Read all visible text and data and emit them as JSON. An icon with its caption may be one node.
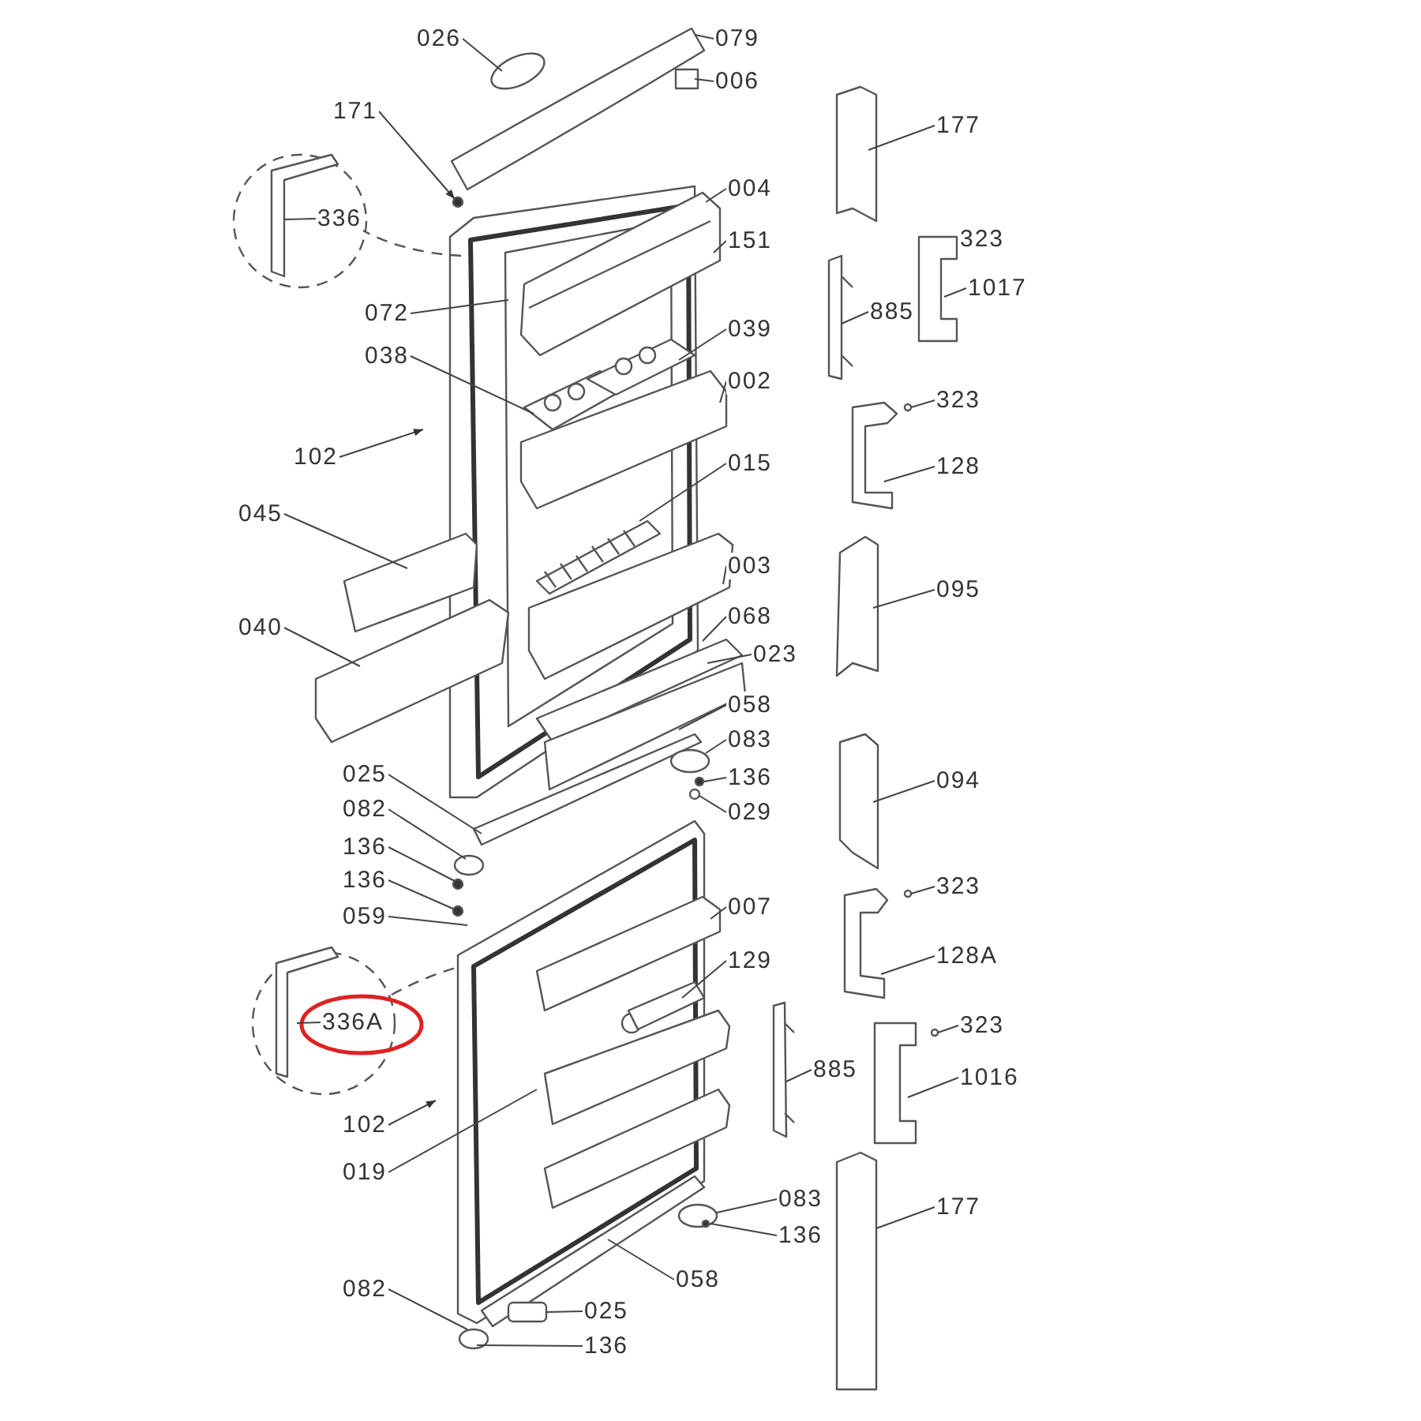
{
  "diagram": {
    "nodes": [
      {
        "text": [
          "026"
        ]
      },
      {
        "text": [
          "079"
        ]
      },
      {
        "text": [
          "006"
        ]
      },
      {
        "text": [
          "171"
        ]
      },
      {
        "text": [
          "177"
        ]
      },
      {
        "text": [
          "336"
        ]
      },
      {
        "text": [
          "004"
        ]
      },
      {
        "text": [
          "151"
        ]
      },
      {
        "text": [
          "323"
        ]
      },
      {
        "text": [
          "1017"
        ]
      },
      {
        "text": [
          "072"
        ]
      },
      {
        "text": [
          "885"
        ]
      },
      {
        "text": [
          "038"
        ]
      },
      {
        "text": [
          "039"
        ]
      },
      {
        "text": [
          "002"
        ]
      },
      {
        "text": [
          "323"
        ]
      },
      {
        "text": [
          "102"
        ]
      },
      {
        "text": [
          "128"
        ]
      },
      {
        "text": [
          "015"
        ]
      },
      {
        "text": [
          "045"
        ]
      },
      {
        "text": [
          "003"
        ]
      },
      {
        "text": [
          "095"
        ]
      },
      {
        "text": [
          "040"
        ]
      },
      {
        "text": [
          "068"
        ]
      },
      {
        "text": [
          "023"
        ]
      },
      {
        "text": [
          "058"
        ]
      },
      {
        "text": [
          "083"
        ]
      },
      {
        "text": [
          "136"
        ]
      },
      {
        "text": [
          "025"
        ]
      },
      {
        "text": [
          "029"
        ]
      },
      {
        "text": [
          "094"
        ]
      },
      {
        "text": [
          "082"
        ]
      },
      {
        "text": [
          "136"
        ]
      },
      {
        "text": [
          "136"
        ]
      },
      {
        "text": [
          "059"
        ]
      },
      {
        "text": [
          "007"
        ]
      },
      {
        "text": [
          "323"
        ]
      },
      {
        "text": [
          "128A"
        ]
      },
      {
        "text": [
          "129"
        ]
      },
      {
        "text": [
          "336A"
        ]
      },
      {
        "text": [
          "323"
        ]
      },
      {
        "text": [
          "885"
        ]
      },
      {
        "text": [
          "1016"
        ]
      },
      {
        "text": [
          "102"
        ]
      },
      {
        "text": [
          "019"
        ]
      },
      {
        "text": [
          "083"
        ]
      },
      {
        "text": [
          "177"
        ]
      },
      {
        "text": [
          "136"
        ]
      },
      {
        "text": [
          "058"
        ]
      },
      {
        "text": [
          "082"
        ]
      },
      {
        "text": [
          "025"
        ]
      },
      {
        "text": [
          "136"
        ]
      }
    ],
    "edges": [
      {
        "from": 0,
        "to": null,
        "arrow": "none"
      },
      {
        "from": 1,
        "to": null,
        "arrow": "none"
      },
      {
        "from": 2,
        "to": null,
        "arrow": "none"
      },
      {
        "from": 3,
        "to": null,
        "arrow": "to"
      },
      {
        "from": 4,
        "to": null,
        "arrow": "none"
      },
      {
        "from": 5,
        "to": null,
        "arrow": "none"
      },
      {
        "from": 6,
        "to": null,
        "arrow": "none"
      },
      {
        "from": 7,
        "to": null,
        "arrow": "none"
      },
      {
        "from": 8,
        "to": null,
        "arrow": "none"
      },
      {
        "from": 9,
        "to": null,
        "arrow": "none"
      },
      {
        "from": 10,
        "to": null,
        "arrow": "none"
      },
      {
        "from": 11,
        "to": null,
        "arrow": "none"
      },
      {
        "from": 12,
        "to": null,
        "arrow": "none"
      },
      {
        "from": 13,
        "to": null,
        "arrow": "none"
      },
      {
        "from": 14,
        "to": null,
        "arrow": "none"
      },
      {
        "from": 15,
        "to": null,
        "arrow": "none"
      },
      {
        "from": 16,
        "to": null,
        "arrow": "to"
      },
      {
        "from": 17,
        "to": null,
        "arrow": "none"
      },
      {
        "from": 18,
        "to": null,
        "arrow": "none"
      },
      {
        "from": 19,
        "to": null,
        "arrow": "none"
      },
      {
        "from": 20,
        "to": null,
        "arrow": "none"
      },
      {
        "from": 21,
        "to": null,
        "arrow": "none"
      },
      {
        "from": 22,
        "to": null,
        "arrow": "none"
      },
      {
        "from": 23,
        "to": null,
        "arrow": "none"
      },
      {
        "from": 24,
        "to": null,
        "arrow": "none"
      },
      {
        "from": 25,
        "to": null,
        "arrow": "none"
      },
      {
        "from": 26,
        "to": null,
        "arrow": "none"
      },
      {
        "from": 27,
        "to": null,
        "arrow": "none"
      },
      {
        "from": 28,
        "to": null,
        "arrow": "none"
      },
      {
        "from": 29,
        "to": null,
        "arrow": "none"
      },
      {
        "from": 30,
        "to": null,
        "arrow": "none"
      },
      {
        "from": 31,
        "to": null,
        "arrow": "none"
      },
      {
        "from": 32,
        "to": null,
        "arrow": "none"
      },
      {
        "from": 33,
        "to": null,
        "arrow": "none"
      },
      {
        "from": 34,
        "to": null,
        "arrow": "none"
      },
      {
        "from": 35,
        "to": null,
        "arrow": "none"
      },
      {
        "from": 36,
        "to": null,
        "arrow": "none"
      },
      {
        "from": 37,
        "to": null,
        "arrow": "none"
      },
      {
        "from": 38,
        "to": null,
        "arrow": "none"
      },
      {
        "from": 39,
        "to": null,
        "arrow": "none"
      },
      {
        "from": 40,
        "to": null,
        "arrow": "none"
      },
      {
        "from": 41,
        "to": null,
        "arrow": "none"
      },
      {
        "from": 42,
        "to": null,
        "arrow": "none"
      },
      {
        "from": 43,
        "to": null,
        "arrow": "to"
      },
      {
        "from": 44,
        "to": null,
        "arrow": "none"
      },
      {
        "from": 45,
        "to": null,
        "arrow": "none"
      },
      {
        "from": 46,
        "to": null,
        "arrow": "none"
      },
      {
        "from": 47,
        "to": null,
        "arrow": "none"
      },
      {
        "from": 48,
        "to": null,
        "arrow": "none"
      },
      {
        "from": 49,
        "to": null,
        "arrow": "none"
      },
      {
        "from": 50,
        "to": null,
        "arrow": "none"
      },
      {
        "from": 51,
        "to": null,
        "arrow": "none"
      }
    ]
  }
}
